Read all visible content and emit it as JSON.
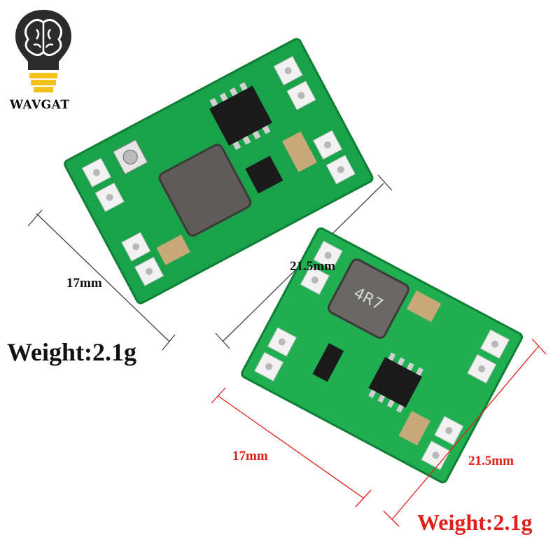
{
  "brand": {
    "name": "WAVGAT",
    "logo_icon": "lightbulb-brain-icon"
  },
  "board_top": {
    "width_label": "17mm",
    "length_label": "21.5mm",
    "weight_label": "Weight:2.1g",
    "label_color": "#111111"
  },
  "board_bottom": {
    "width_label": "17mm",
    "length_label": "21.5mm",
    "weight_label": "Weight:2.1g",
    "label_color": "#e0201a",
    "inductor_marking": "4R7"
  },
  "colors": {
    "pcb": "#18a84a",
    "pcb_dark": "#0f7f36",
    "pad": "#f2f2f2",
    "chip": "#1a1a1a",
    "inductor": "#5e5c5a",
    "capacitor": "#c9a878"
  }
}
